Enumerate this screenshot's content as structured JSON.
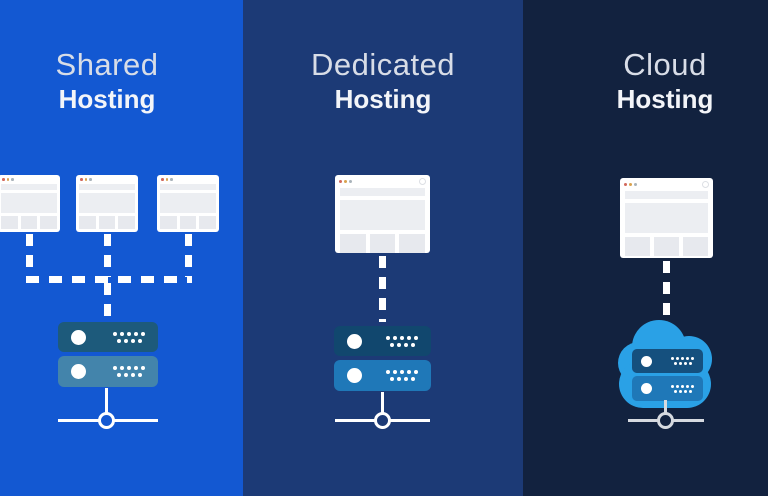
{
  "panels": [
    {
      "id": "shared-hosting",
      "title_line1": "Shared",
      "title_line2": "Hosting",
      "background_color": "#1358d2",
      "client_window_count": 3,
      "server": {
        "kind": "server-rack",
        "unit_top_color": "#1d5a7b",
        "unit_bottom_color": "#4384ab"
      },
      "connector_color": "#ffffff"
    },
    {
      "id": "dedicated-hosting",
      "title_line1": "Dedicated",
      "title_line2": "Hosting",
      "background_color": "#1c3a76",
      "client_window_count": 1,
      "server": {
        "kind": "server-rack",
        "unit_top_color": "#11476e",
        "unit_bottom_color": "#1f78b8"
      },
      "connector_color": "#ffffff"
    },
    {
      "id": "cloud-hosting",
      "title_line1": "Cloud",
      "title_line2": "Hosting",
      "background_color": "#12223f",
      "client_window_count": 1,
      "server": {
        "kind": "cloud-server",
        "cloud_color": "#2aa1e6",
        "unit_top_color": "#15507e",
        "unit_bottom_color": "#1f78b8"
      },
      "connector_color": "#d6dae0"
    }
  ]
}
